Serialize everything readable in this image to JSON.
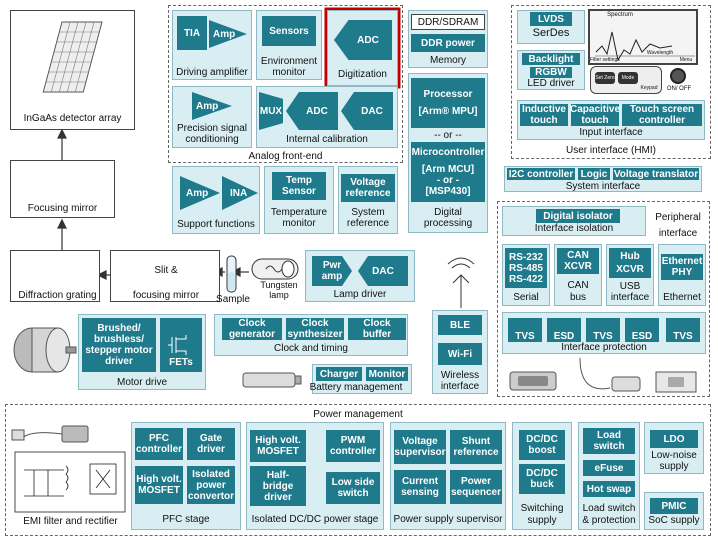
{
  "detector": {
    "label": "InGaAs detector array"
  },
  "focusing_mirror": {
    "label": "Focusing mirror"
  },
  "diffraction_grating": {
    "label": "Diffraction grating"
  },
  "slit": {
    "label_line1": "Slit &",
    "label_line2": "focusing mirror"
  },
  "sample": {
    "label": "Sample"
  },
  "lamp": {
    "label_line1": "Tungsten",
    "label_line2": "lamp"
  },
  "lamp_driver": {
    "pwr1": "Pwr",
    "pwr2": "amp",
    "dac": "DAC",
    "label": "Lamp driver"
  },
  "afe": {
    "title": "Analog front-end",
    "driving": {
      "tia": "TIA",
      "amp": "Amp",
      "label": "Driving amplifier"
    },
    "env": {
      "sensors": "Sensors",
      "label1": "Environment",
      "label2": "monitor"
    },
    "digitization": {
      "adc": "ADC",
      "label": "Digitization"
    },
    "precision": {
      "amp": "Amp",
      "label1": "Precision signal",
      "label2": "conditioning"
    },
    "calibration": {
      "mux": "MUX",
      "adc": "ADC",
      "dac": "DAC",
      "label": "Internal calibration"
    }
  },
  "memory": {
    "ddr": "DDR/SDRAM",
    "power": "DDR power",
    "label": "Memory"
  },
  "processing": {
    "processor": "Processor",
    "arm_mpu": "[Arm® MPU]",
    "or1": "-- or --",
    "micro1": "Microcontroller",
    "arm_mcu": "[Arm MCU]",
    "or2": "- or -",
    "msp": "[MSP430]",
    "label1": "Digital",
    "label2": "processing"
  },
  "support": {
    "amp": "Amp",
    "ina": "INA",
    "label": "Support functions"
  },
  "temp": {
    "b1": "Temp",
    "b2": "Sensor",
    "label1": "Temperature",
    "label2": "monitor"
  },
  "sysref": {
    "b1": "Voltage",
    "b2": "reference",
    "label1": "System",
    "label2": "reference"
  },
  "motor": {
    "b1": "Brushed/",
    "b2": "brushless/",
    "b3": "stepper motor",
    "b4": "driver",
    "fets": "FETs",
    "label": "Motor drive"
  },
  "clock": {
    "gen1": "Clock",
    "gen2": "generator",
    "syn1": "Clock",
    "syn2": "synthesizer",
    "buf": "Clock buffer",
    "label": "Clock and timing"
  },
  "battery": {
    "charger": "Charger",
    "monitor": "Monitor",
    "label": "Battery management"
  },
  "wireless": {
    "ble": "BLE",
    "wifi": "Wi-Fi",
    "label1": "Wireless",
    "label2": "interface"
  },
  "hmi": {
    "lvds": "LVDS",
    "serdes": "SerDes",
    "backlight": "Backlight",
    "rgbw": "RGBW",
    "led": "LED driver",
    "spectrum": "Spectrum",
    "wavelength": "Wavelength",
    "filter": "Filter settings",
    "menu": "Menu",
    "setzero": "Set Zero",
    "mode": "Mode",
    "keypad": "Keypad",
    "onoff": "ON/ OFF",
    "inductive1": "Inductive",
    "inductive2": "touch",
    "capacitive1": "Capacitive",
    "capacitive2": "touch",
    "touchscreen1": "Touch screen",
    "touchscreen2": "controller",
    "input_label": "Input interface",
    "label": "User interface (HMI)"
  },
  "sysif": {
    "i2c": "I2C controller",
    "logic": "Logic",
    "vtrans": "Voltage translator",
    "label": "System interface"
  },
  "peripheral": {
    "title1": "Peripheral",
    "title2": "interface",
    "isolator": "Digital isolator",
    "iso_label": "Interface isolation",
    "rs232": "RS-232",
    "rs485": "RS-485",
    "rs422": "RS-422",
    "serial": "Serial",
    "can1": "CAN",
    "can2": "XCVR",
    "can_label1": "CAN",
    "can_label2": "bus",
    "hub": "Hub",
    "xcvr": "XCVR",
    "usb_label1": "USB",
    "usb_label2": "interface",
    "eth1": "Ethernet",
    "eth2": "PHY",
    "eth_label": "Ethernet",
    "tvs": "TVS",
    "esd": "ESD",
    "protect_label": "Interface protection"
  },
  "power": {
    "title": "Power management",
    "emi": "EMI filter and rectifier",
    "pfc": {
      "ctrl1": "PFC",
      "ctrl2": "controller",
      "gate1": "Gate",
      "gate2": "driver",
      "hv1": "High volt.",
      "hv2": "MOSFET",
      "iso1": "Isolated",
      "iso2": "power",
      "iso3": "convertor",
      "label": "PFC stage"
    },
    "isodc": {
      "hv1": "High volt.",
      "hv2": "MOSFET",
      "pwm1": "PWM",
      "pwm2": "controller",
      "hb1": "Half-",
      "hb2": "bridge",
      "hb3": "driver",
      "ls1": "Low side",
      "ls2": "switch",
      "label": "Isolated DC/DC power stage"
    },
    "supervisor": {
      "vs1": "Voltage",
      "vs2": "supervisor",
      "sr1": "Shunt",
      "sr2": "reference",
      "cs1": "Current",
      "cs2": "sensing",
      "ps1": "Power",
      "ps2": "sequencer",
      "label": "Power supply supervisor"
    },
    "switching": {
      "boost1": "DC/DC",
      "boost2": "boost",
      "buck1": "DC/DC",
      "buck2": "buck",
      "label1": "Switching",
      "label2": "supply"
    },
    "loadsw": {
      "ls1": "Load",
      "ls2": "switch",
      "efuse": "eFuse",
      "hot": "Hot swap",
      "label1": "Load switch",
      "label2": "& protection"
    },
    "ldo": {
      "b": "LDO",
      "label1": "Low-noise",
      "label2": "supply"
    },
    "pmic": {
      "b": "PMIC",
      "label": "SoC supply"
    }
  },
  "colors": {
    "block": "#1f7a8c",
    "group": "#d8eef2",
    "highlight": "#c00000"
  }
}
